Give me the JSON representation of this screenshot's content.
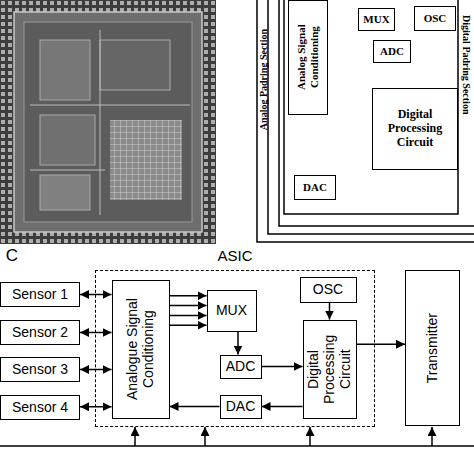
{
  "diagram": {
    "nodes": [
      {
        "text": [
          "Analog Signal Conditioning"
        ]
      },
      {
        "text": [
          "MUX"
        ]
      },
      {
        "text": [
          "OSC"
        ]
      },
      {
        "text": [
          "ADC"
        ]
      },
      {
        "text": [
          "Digital Processing Circuit"
        ]
      },
      {
        "text": [
          "DAC"
        ]
      },
      {
        "text": [
          "ASIC"
        ]
      },
      {
        "text": [
          "Sensor 1"
        ]
      },
      {
        "text": [
          "Sensor 2"
        ]
      },
      {
        "text": [
          "Sensor 3"
        ]
      },
      {
        "text": [
          "Sensor 4"
        ]
      },
      {
        "text": [
          "Analogue Signal Conditioning"
        ],
        "in": 6
      },
      {
        "text": [
          "MUX"
        ],
        "in": 6
      },
      {
        "text": [
          "OSC"
        ],
        "in": 6
      },
      {
        "text": [
          "ADC"
        ],
        "in": 6
      },
      {
        "text": [
          "DAC"
        ],
        "in": 6
      },
      {
        "text": [
          "Digital Processing Circuit"
        ],
        "in": 6
      },
      {
        "text": [
          "Transmitter"
        ]
      }
    ],
    "edges": [
      {
        "from": 7,
        "to": 11,
        "arrow": "both"
      },
      {
        "from": 8,
        "to": 11,
        "arrow": "both"
      },
      {
        "from": 9,
        "to": 11,
        "arrow": "both"
      },
      {
        "from": 10,
        "to": 11,
        "arrow": "both"
      },
      {
        "from": 11,
        "to": 12,
        "arrow": "to"
      },
      {
        "from": 12,
        "to": 14,
        "arrow": "to"
      },
      {
        "from": 14,
        "to": 16,
        "arrow": "to"
      },
      {
        "from": 16,
        "to": 15,
        "arrow": "to"
      },
      {
        "from": 15,
        "to": 11,
        "arrow": "to"
      },
      {
        "from": 13,
        "to": 16,
        "arrow": "to"
      },
      {
        "from": 16,
        "to": 17,
        "arrow": "to"
      }
    ],
    "labels": [
      "Analog Padring Section",
      "Digital Padring Section",
      "C"
    ]
  }
}
